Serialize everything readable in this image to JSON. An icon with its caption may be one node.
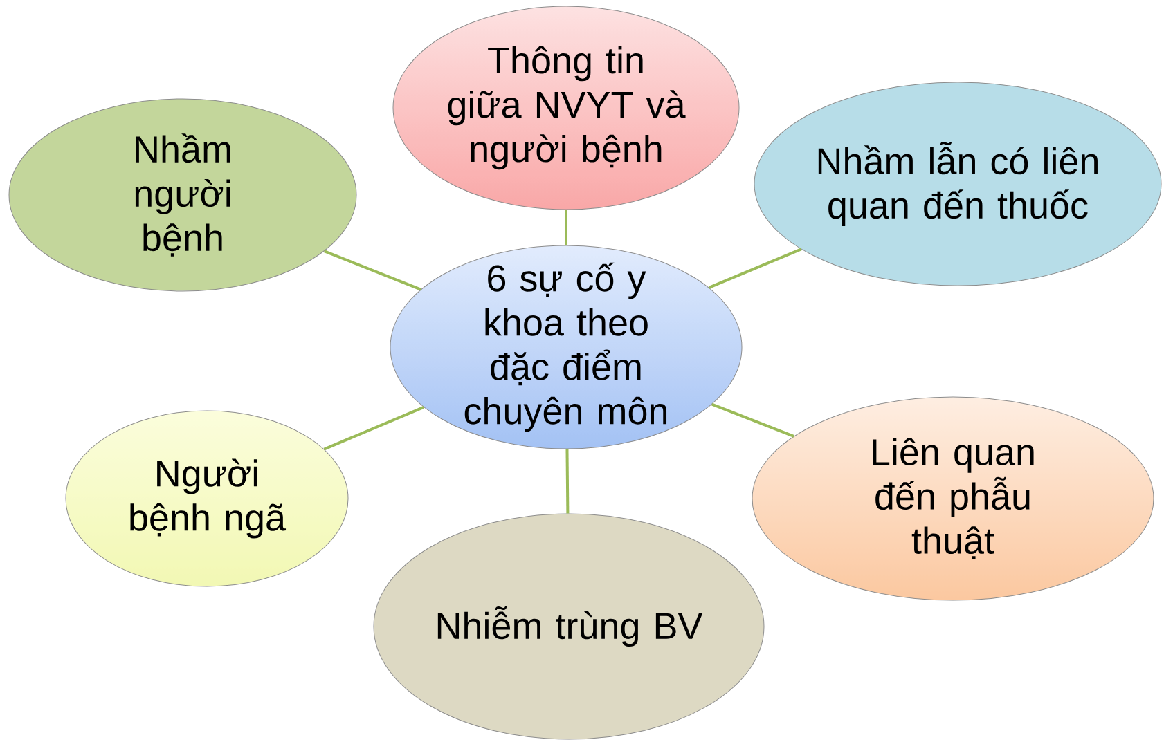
{
  "diagram": {
    "nodes": [
      {
        "text": [
          "Thông tin giữa NVYT và người bệnh"
        ]
      },
      {
        "text": [
          "Nhầm người bệnh"
        ]
      },
      {
        "text": [
          "Nhầm lẫn có liên quan đến thuốc"
        ]
      },
      {
        "text": [
          "6 sự cố y khoa theo đặc điểm chuyên môn"
        ]
      },
      {
        "text": [
          "Người bệnh ngã"
        ]
      },
      {
        "text": [
          "Liên quan đến phẫu thuật"
        ]
      },
      {
        "text": [
          "Nhiễm trùng BV"
        ]
      }
    ],
    "edges": [
      {
        "from": 3,
        "to": 0,
        "arrow": "none"
      },
      {
        "from": 3,
        "to": 1,
        "arrow": "none"
      },
      {
        "from": 3,
        "to": 2,
        "arrow": "none"
      },
      {
        "from": 3,
        "to": 4,
        "arrow": "none"
      },
      {
        "from": 3,
        "to": 5,
        "arrow": "none"
      },
      {
        "from": 3,
        "to": 6,
        "arrow": "none"
      }
    ]
  }
}
